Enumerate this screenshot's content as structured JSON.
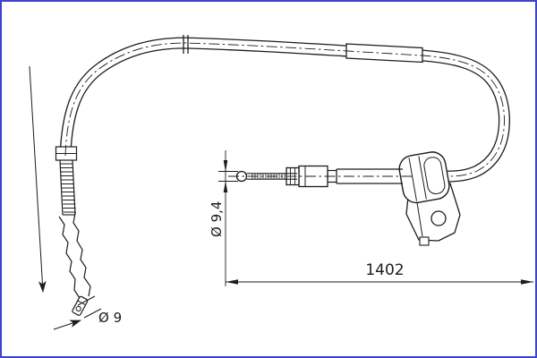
{
  "diagram": {
    "labels": {
      "dia_end": "Ø 9",
      "dia_ball": "Ø 9,4",
      "length": "1402"
    },
    "colors": {
      "border": "#3b43cf",
      "ink": "#1c1c1c",
      "background": "#ffffff"
    }
  }
}
